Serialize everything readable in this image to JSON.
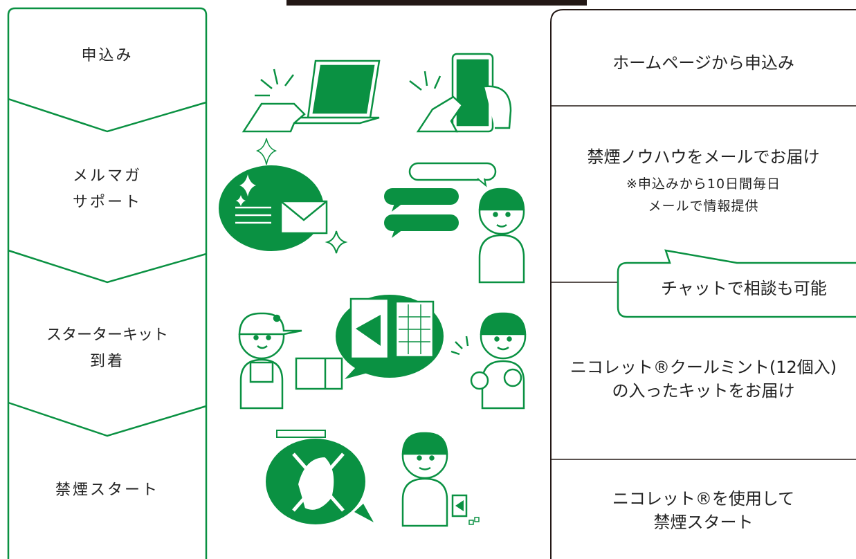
{
  "steps": [
    {
      "lines": [
        "申込み"
      ]
    },
    {
      "lines": [
        "メルマガ",
        "サポート"
      ]
    },
    {
      "lines": [
        "スターターキット",
        "到着"
      ]
    },
    {
      "lines": [
        "禁煙スタート"
      ]
    }
  ],
  "details": {
    "apply": "ホームページから申込み",
    "mail_main": "禁煙ノウハウをメールでお届け",
    "mail_sub1": "※申込みから10日間毎日",
    "mail_sub2": "メールで情報提供",
    "chat": "チャットで相談も可能",
    "kit_line1": "ニコレット®クールミント(12個入)",
    "kit_line2": "の入ったキットをお届け",
    "start_line1": "ニコレット®を使用して",
    "start_line2": "禁煙スタート"
  },
  "colors": {
    "green": "#0a9142",
    "green_light": "#e8f4ec",
    "border_dark": "#231815",
    "text": "#222222"
  },
  "icons": [
    "laptop-icon",
    "smartphone-icon",
    "sparkle-icon",
    "envelope-icon",
    "chat-bubbles-icon",
    "person-icon",
    "delivery-person-icon",
    "package-icon",
    "gum-kit-icon",
    "no-smoking-icon"
  ]
}
